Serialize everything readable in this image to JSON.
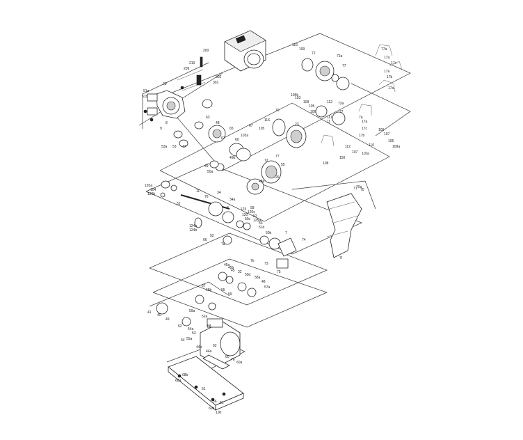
{
  "diagram": {
    "labels": {
      "motor_top": [
        "116",
        "109",
        "72",
        "72a",
        "77",
        "77a",
        "17a",
        "17a",
        "17b",
        "17a",
        "17c"
      ],
      "pump_housing": [
        "200",
        "210",
        "209",
        "302",
        "301",
        "20",
        "51a",
        "51b",
        "8",
        "9",
        "47",
        "53",
        "53a",
        "63",
        "48",
        "65",
        "67"
      ],
      "mid_cluster": [
        "105b",
        "103",
        "109",
        "105",
        "106",
        "112",
        "111",
        "11",
        "116",
        "105",
        "70",
        "77",
        "72a",
        "7a",
        "17a",
        "17c",
        "17b",
        "106",
        "107",
        "105",
        "109a",
        "110",
        "110a",
        "107",
        "112",
        "150",
        "108",
        "77",
        "72",
        "55",
        "26",
        "103a",
        "60",
        "67",
        "49",
        "50a",
        "49b",
        "48a",
        "23"
      ],
      "shaft_cluster": [
        "120a",
        "104",
        "120b",
        "51",
        "124a",
        "11",
        "76",
        "34",
        "34a",
        "3",
        "123",
        "120c",
        "120",
        "125a",
        "124b",
        "92",
        "58",
        "52",
        "53",
        "50c",
        "51d",
        "50b",
        "7",
        "66",
        "7a",
        "74",
        "73",
        "75",
        "7b"
      ],
      "frame": [
        "70",
        "70a",
        "71",
        "7l"
      ],
      "coupling": [
        "45a",
        "45b",
        "45",
        "32",
        "50d",
        "58a",
        "48",
        "57a",
        "57",
        "55b",
        "55",
        "59",
        "41",
        "40",
        "49",
        "59a",
        "52a",
        "58",
        "54a",
        "53",
        "54",
        "55a",
        "52"
      ],
      "motor_base": [
        "68a",
        "68b",
        "51",
        "56",
        "44b",
        "44a",
        "62",
        "60",
        "76",
        "60a",
        "60b",
        "100",
        "61"
      ]
    }
  }
}
